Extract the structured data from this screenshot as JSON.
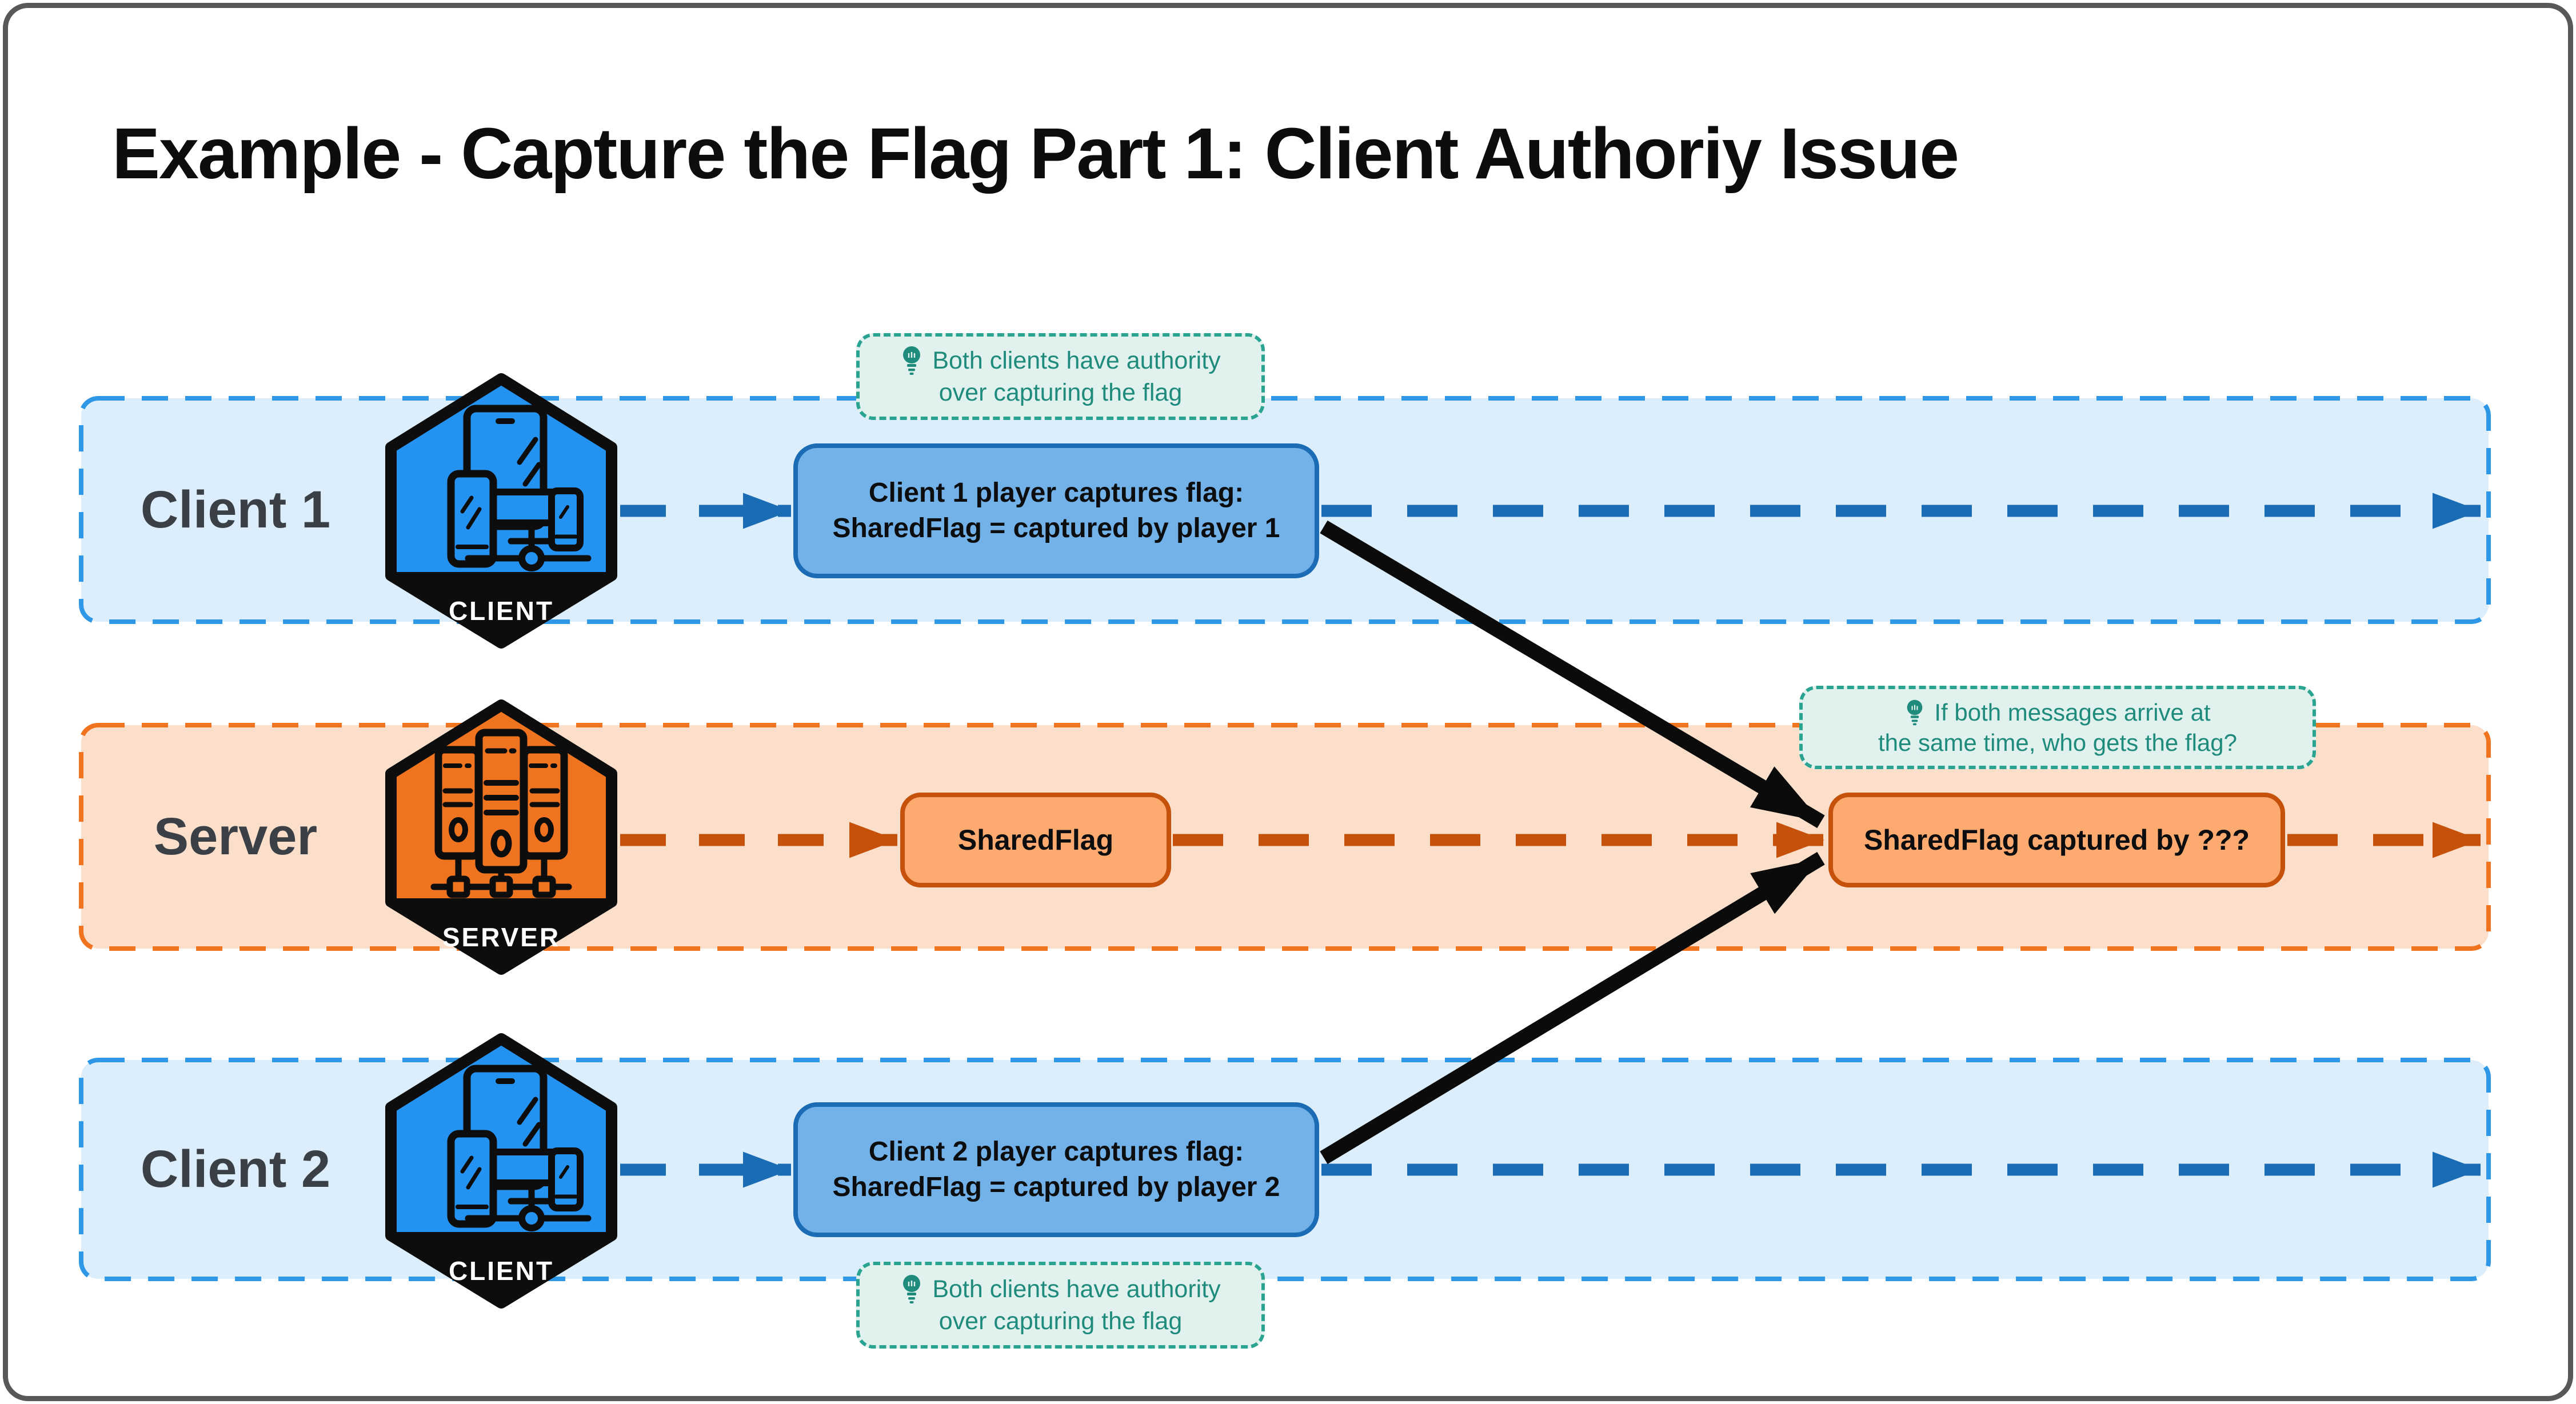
{
  "page": {
    "title": "Example - Capture the Flag Part 1: Client Authoriy Issue"
  },
  "lanes": [
    {
      "id": "client-1",
      "label": "Client 1",
      "badge": "CLIENT"
    },
    {
      "id": "server",
      "label": "Server",
      "badge": "SERVER"
    },
    {
      "id": "client-2",
      "label": "Client 2",
      "badge": "CLIENT"
    }
  ],
  "boxes": {
    "client1_msg": {
      "line1": "Client 1 player captures flag:",
      "line2": "SharedFlag = captured by player 1"
    },
    "server_state": {
      "label": "SharedFlag"
    },
    "server_result": {
      "label": "SharedFlag captured by ???"
    },
    "client2_msg": {
      "line1": "Client 2 player captures flag:",
      "line2": "SharedFlag = captured by player 2"
    }
  },
  "tooltips": {
    "client1": {
      "line1": "Both clients have authority",
      "line2": "over capturing the flag"
    },
    "server": {
      "line1": "If both messages arrive at",
      "line2": "the same time, who gets the flag?"
    },
    "client2": {
      "line1": "Both clients have authority",
      "line2": "over capturing the flag"
    }
  },
  "icons": {
    "hex_client": "client-devices-icon",
    "hex_server": "server-rack-icon",
    "tooltip": "lightbulb-icon"
  },
  "colors": {
    "lane_client_bg": "#dceefb",
    "lane_client_border": "#2e97e6",
    "lane_server_bg": "#fcdfcb",
    "lane_server_border": "#f0731f",
    "hex_client": "#2492f0",
    "hex_server": "#f0741f",
    "msg_blue_fill": "#73b2e9",
    "msg_blue_border": "#1b6cb4",
    "msg_orange_fill": "#fcaa70",
    "msg_orange_border": "#c5510b",
    "arrow_blue": "#1a6cb4",
    "arrow_orange": "#c5510b",
    "arrow_black": "#0b0b0b",
    "tooltip_bg": "#e1f1ed",
    "tooltip_border": "#2aa491",
    "tooltip_text": "#1f8b7c",
    "label_text": "#3b4046",
    "frame_border": "#58585a"
  }
}
